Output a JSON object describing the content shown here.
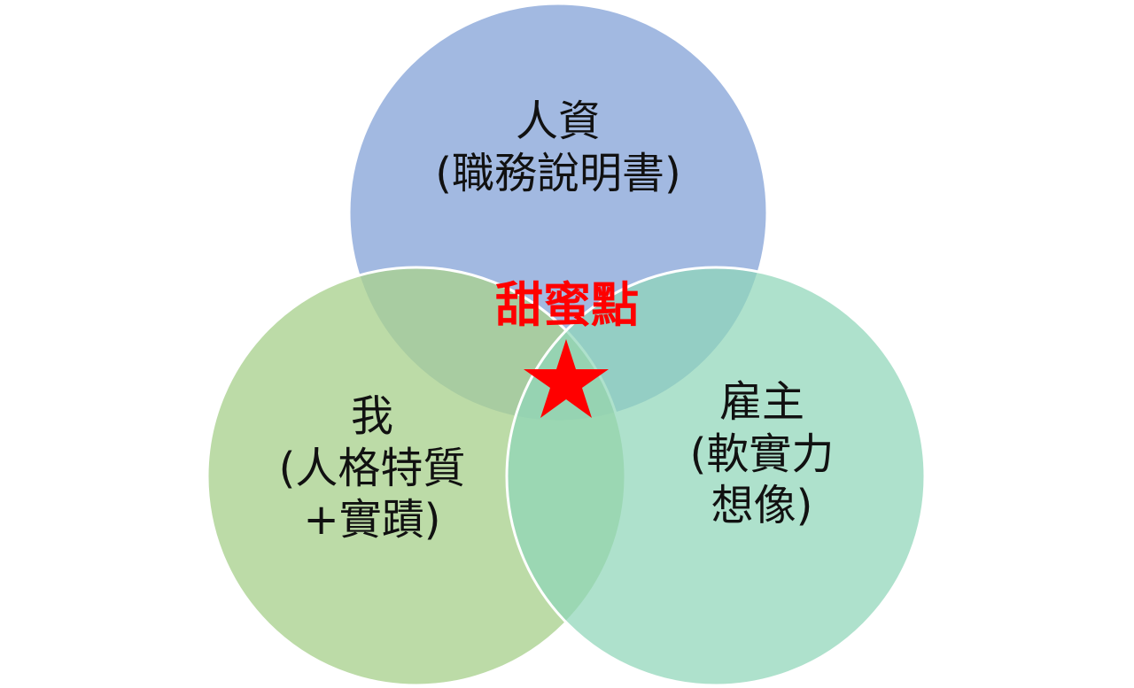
{
  "diagram": {
    "circles": [
      {
        "id": "hr",
        "lines": [
          "人資",
          "(職務說明書)"
        ],
        "color": "#8eaadb"
      },
      {
        "id": "me",
        "lines": [
          "我",
          "(人格特質",
          "+實蹟)"
        ],
        "color": "#a9d18e"
      },
      {
        "id": "employer",
        "lines": [
          "雇主",
          "(軟實力",
          "想像)"
        ],
        "color": "#8fd6b8"
      }
    ],
    "center": {
      "label": "甜蜜點",
      "label_color": "#ff0000",
      "marker": "star-icon",
      "marker_color": "#ff0000"
    }
  }
}
